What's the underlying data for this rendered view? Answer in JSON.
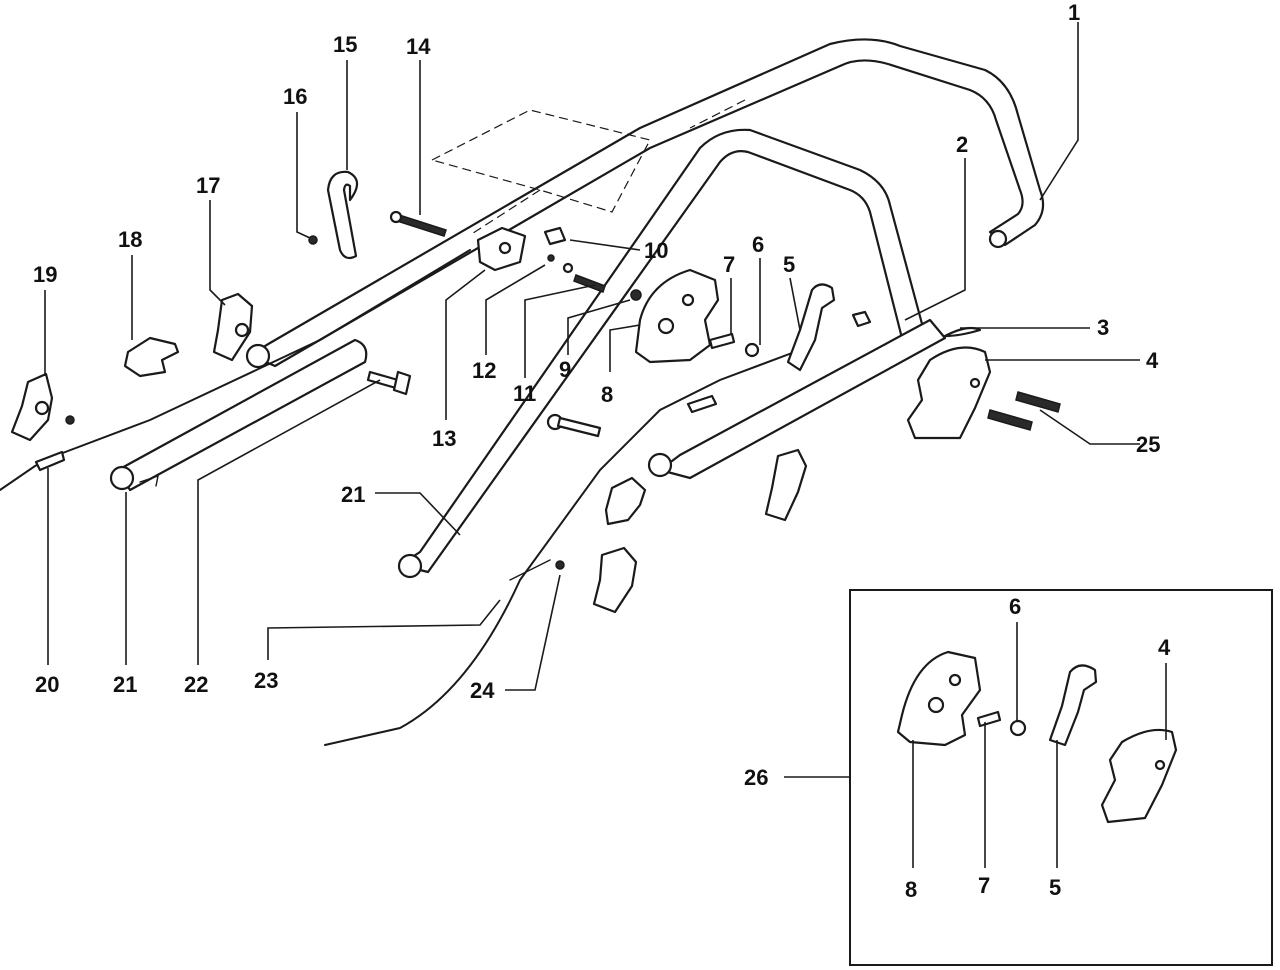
{
  "callouts": {
    "c1": "1",
    "c2": "2",
    "c3": "3",
    "c4": "4",
    "c5": "5",
    "c6": "6",
    "c7": "7",
    "c8": "8",
    "c9": "9",
    "c10": "10",
    "c11": "11",
    "c12": "12",
    "c13": "13",
    "c14": "14",
    "c15": "15",
    "c16": "16",
    "c17": "17",
    "c18": "18",
    "c19": "19",
    "c20": "20",
    "c21a": "21",
    "c21b": "21",
    "c22": "22",
    "c23": "23",
    "c24": "24",
    "c25": "25"
  },
  "inset": {
    "c26": "26",
    "c4": "4",
    "c5": "5",
    "c6": "6",
    "c7": "7",
    "c8": "8"
  }
}
